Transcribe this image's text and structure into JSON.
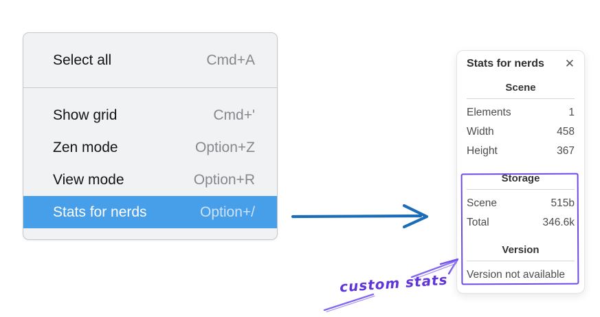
{
  "context_menu": {
    "items": [
      {
        "label": "Select all",
        "shortcut": "Cmd+A"
      },
      {
        "label": "Show grid",
        "shortcut": "Cmd+'"
      },
      {
        "label": "Zen mode",
        "shortcut": "Option+Z"
      },
      {
        "label": "View mode",
        "shortcut": "Option+R"
      },
      {
        "label": "Stats for nerds",
        "shortcut": "Option+/"
      }
    ],
    "highlighted_item": "Stats for nerds",
    "highlight_color": "#489fe9"
  },
  "stats_panel": {
    "title": "Stats for nerds",
    "close_icon": "✕",
    "scene_section": {
      "heading": "Scene",
      "rows": [
        {
          "label": "Elements",
          "value": "1"
        },
        {
          "label": "Width",
          "value": "458"
        },
        {
          "label": "Height",
          "value": "367"
        }
      ]
    },
    "storage_section": {
      "heading": "Storage",
      "rows": [
        {
          "label": "Scene",
          "value": "515b"
        },
        {
          "label": "Total",
          "value": "346.6k"
        }
      ]
    },
    "version_section": {
      "heading": "Version",
      "note": "Version not available"
    }
  },
  "annotations": {
    "custom_stats_label": "custom stats",
    "annotation_color": "#6d49e3",
    "blue_arrow_color": "#1c6db8"
  }
}
